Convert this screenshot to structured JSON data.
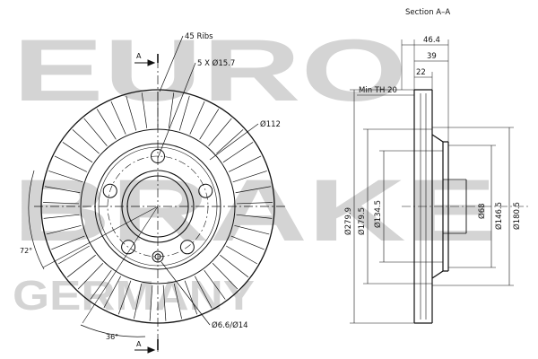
{
  "watermark": {
    "line1": "EURO",
    "line2": "BRAKE",
    "line3": "GERMANY"
  },
  "section": {
    "title": "Section A–A",
    "min_thickness": "Min TH 20",
    "dim_46_4": "46.4",
    "dim_39": "39",
    "dim_22": "22",
    "dia_279_9": "Ø279.9",
    "dia_179_5": "Ø179.5",
    "dia_134_5": "Ø134.5",
    "dia_68": "Ø68",
    "dia_146_5": "Ø146.5",
    "dia_180_5": "Ø180.5"
  },
  "front": {
    "ribs": "45 Ribs",
    "bolt_holes": "5 X Ø15.7",
    "dia_112": "Ø112",
    "hole_dims": "Ø6.6/Ø14",
    "angle_72": "72°",
    "angle_36": "36°",
    "cut_top": "A",
    "cut_bottom": "A"
  }
}
